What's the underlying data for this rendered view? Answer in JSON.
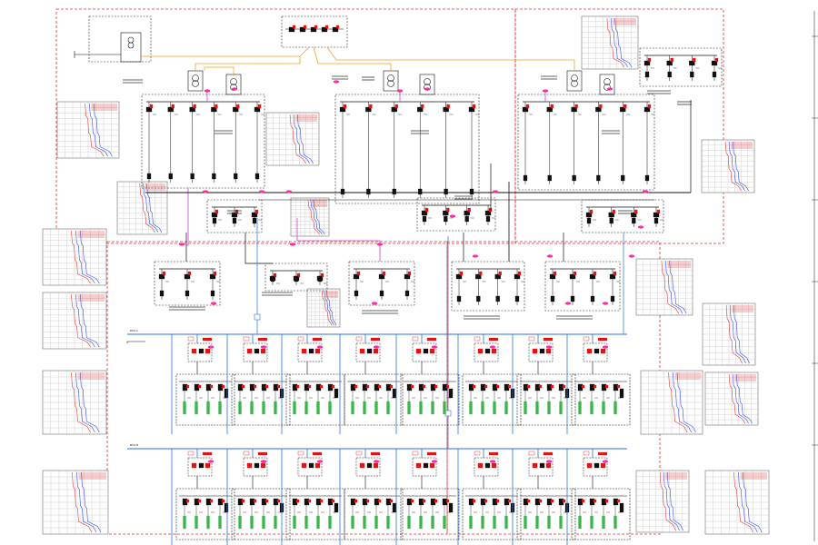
{
  "colors": {
    "zone_border": "#e53030",
    "box_border": "#222222",
    "bus_blue": "#2a6fe0",
    "feed_orange": "#f0a020",
    "feed_magenta": "#d040d0",
    "tag_pink": "#ff2aa8",
    "breaker_red": "#e01515",
    "load_green": "#39b54a",
    "wire": "#111111",
    "curve_red": "#e23a3a",
    "curve_blue": "#3a4fe2",
    "grid": "#b8b8b8"
  },
  "title_block_lines": 6,
  "bus_labels": {
    "upper": "BUS A",
    "lower": "BUS B"
  },
  "columns": 8,
  "feeder_rows": 2,
  "curve_series_per_chart": 3,
  "charts_top_zone": 7,
  "charts_side": 11,
  "legend_text": "",
  "small_caption": ""
}
